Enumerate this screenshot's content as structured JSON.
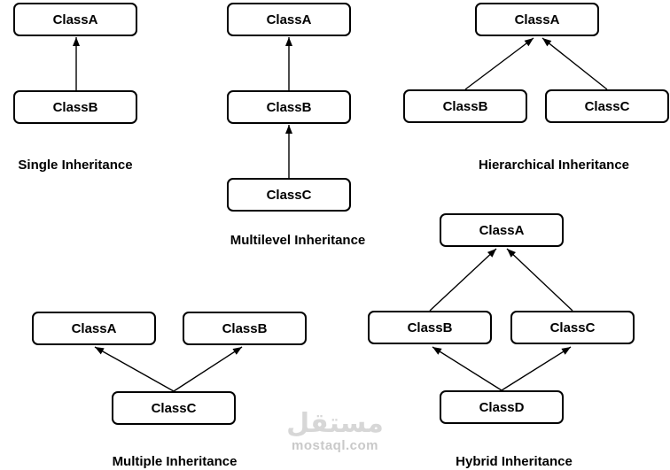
{
  "diagram": {
    "groups": [
      {
        "title": "Single Inheritance",
        "nodes": [
          {
            "label": "ClassA"
          },
          {
            "label": "ClassB"
          }
        ],
        "edges": [
          {
            "from": "ClassB",
            "to": "ClassA"
          }
        ]
      },
      {
        "title": "Multilevel Inheritance",
        "nodes": [
          {
            "label": "ClassA"
          },
          {
            "label": "ClassB"
          },
          {
            "label": "ClassC"
          }
        ],
        "edges": [
          {
            "from": "ClassB",
            "to": "ClassA"
          },
          {
            "from": "ClassC",
            "to": "ClassB"
          }
        ]
      },
      {
        "title": "Hierarchical Inheritance",
        "nodes": [
          {
            "label": "ClassA"
          },
          {
            "label": "ClassB"
          },
          {
            "label": "ClassC"
          }
        ],
        "edges": [
          {
            "from": "ClassB",
            "to": "ClassA"
          },
          {
            "from": "ClassC",
            "to": "ClassA"
          }
        ]
      },
      {
        "title": "Multiple Inheritance",
        "nodes": [
          {
            "label": "ClassA"
          },
          {
            "label": "ClassB"
          },
          {
            "label": "ClassC"
          }
        ],
        "edges": [
          {
            "from": "ClassC",
            "to": "ClassA"
          },
          {
            "from": "ClassC",
            "to": "ClassB"
          }
        ]
      },
      {
        "title": "Hybrid Inheritance",
        "nodes": [
          {
            "label": "ClassA"
          },
          {
            "label": "ClassB"
          },
          {
            "label": "ClassC"
          },
          {
            "label": "ClassD"
          }
        ],
        "edges": [
          {
            "from": "ClassB",
            "to": "ClassA"
          },
          {
            "from": "ClassC",
            "to": "ClassA"
          },
          {
            "from": "ClassD",
            "to": "ClassB"
          },
          {
            "from": "ClassD",
            "to": "ClassC"
          }
        ]
      }
    ]
  },
  "watermark": {
    "logo_text": "مستقل",
    "domain_text": "mostaql.com"
  },
  "colors": {
    "background": "#ffffff",
    "node_fill": "#ffffff",
    "node_border": "#000000",
    "text": "#000000",
    "arrow": "#000000",
    "watermark_logo": "#d7d7d7",
    "watermark_domain": "#c9c9c9"
  }
}
